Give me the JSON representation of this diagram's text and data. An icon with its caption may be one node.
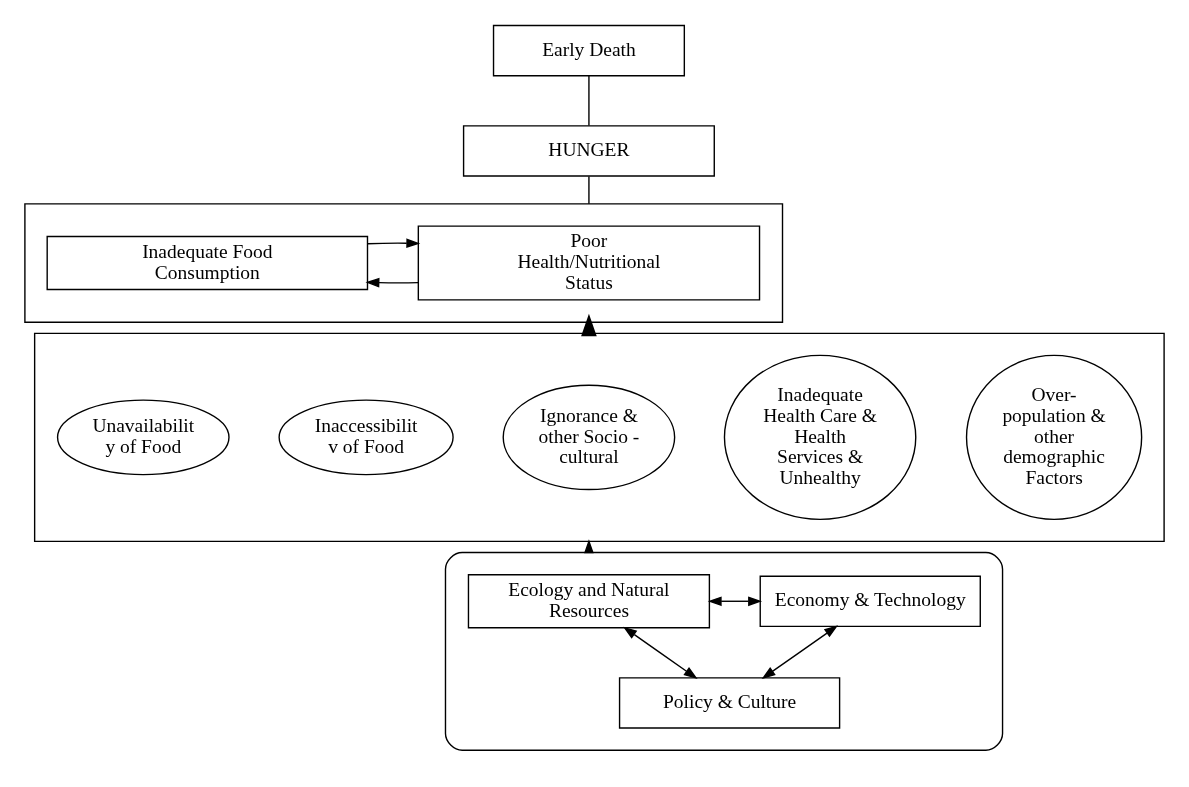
{
  "diagram": {
    "nodes": [
      {
        "text": [
          "Early Death"
        ]
      },
      {
        "text": [
          "HUNGER"
        ]
      },
      {
        "text": [],
        "shape": "box"
      },
      {
        "text": [
          "Inadequate Food Consumption"
        ],
        "in": 2
      },
      {
        "text": [
          "Poor Health/Nutritional Status"
        ],
        "in": 2
      },
      {
        "text": [],
        "shape": "box"
      },
      {
        "text": [
          "Unavailabilit y of Food"
        ],
        "in": 5
      },
      {
        "text": [
          "Inaccessibilit v of Food"
        ],
        "in": 5
      },
      {
        "text": [
          "Ignorance & other Socio - cultural"
        ],
        "in": 5
      },
      {
        "text": [
          "Inadequate Health Care & Health Services & Unhealthy"
        ],
        "in": 5
      },
      {
        "text": [
          "Over- population & other demographic Factors"
        ],
        "in": 5
      },
      {
        "text": [],
        "shape": "ellipse"
      },
      {
        "text": [
          "Economy & Technology"
        ],
        "in": 11
      },
      {
        "text": [
          "Ecology and Natural Resources"
        ],
        "in": 11
      },
      {
        "text": [
          "Policy & Culture"
        ],
        "in": 11
      }
    ],
    "edges": [
      {
        "from": 1,
        "to": 0,
        "arrow": "none"
      },
      {
        "from": 2,
        "to": 1,
        "arrow": "none"
      },
      {
        "from": 3,
        "to": 4,
        "arrow": "to"
      },
      {
        "from": 4,
        "to": 3,
        "arrow": "to"
      },
      {
        "from": 5,
        "to": 2,
        "arrow": "to",
        "style": "thick"
      },
      {
        "from": 11,
        "to": 5,
        "arrow": "to"
      },
      {
        "from": 12,
        "to": 13,
        "arrow": "both"
      },
      {
        "from": 14,
        "to": 12,
        "arrow": "both"
      },
      {
        "from": 14,
        "to": 13,
        "arrow": "both"
      }
    ]
  }
}
